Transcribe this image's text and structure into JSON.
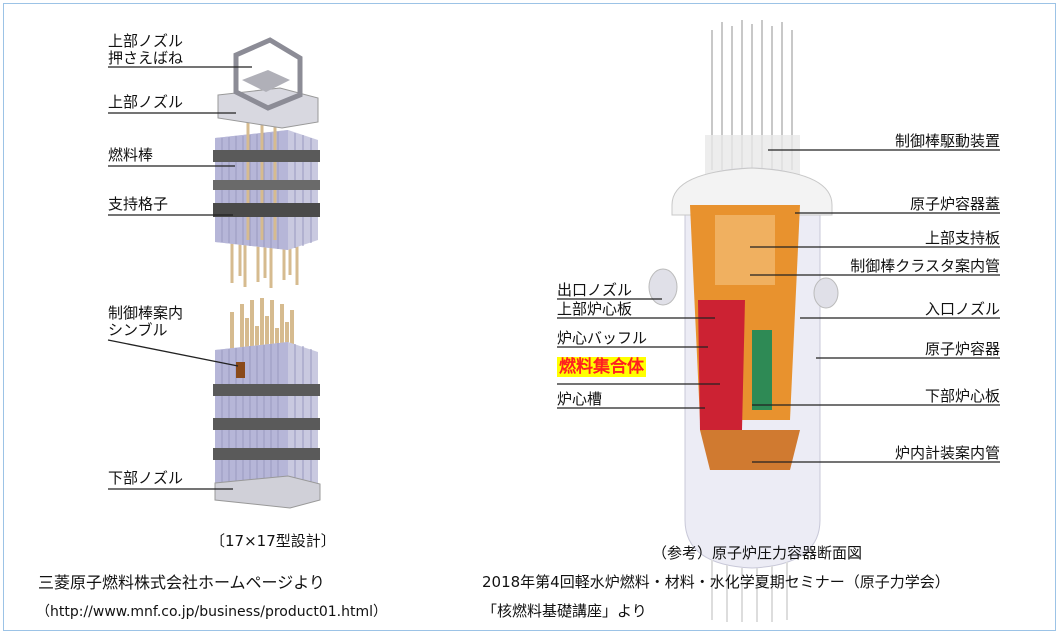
{
  "left_labels": {
    "top_nozzle_spring": [
      "上部ノズル",
      "押さえばね"
    ],
    "top_nozzle": "上部ノズル",
    "fuel_rod": "燃料棒",
    "support_grid": "支持格子",
    "control_rod_guide_thimble": [
      "制御棒案内",
      "シンブル"
    ],
    "bottom_nozzle": "下部ノズル"
  },
  "left_captions": {
    "design": "〔17×17型設計〕",
    "source": "三菱原子燃料株式会社ホームページより",
    "url": "（http://www.mnf.co.jp/business/product01.html）"
  },
  "right_labels_left": {
    "outlet_nozzle": "出口ノズル",
    "upper_core_plate": "上部炉心板",
    "core_baffle": "炉心バッフル",
    "fuel_assembly": "燃料集合体",
    "core_barrel": "炉心槽"
  },
  "right_labels_right": {
    "crdm": "制御棒駆動装置",
    "vessel_head": "原子炉容器蓋",
    "upper_support_plate": "上部支持板",
    "rcca_guide_tube": "制御棒クラスタ案内管",
    "inlet_nozzle": "入口ノズル",
    "reactor_vessel": "原子炉容器",
    "lower_core_plate": "下部炉心板",
    "incore_instrument_guide": "炉内計装案内管"
  },
  "right_captions": {
    "title": "（参考）原子炉圧力容器断面図",
    "source1": "2018年第4回軽水炉燃料・材料・水化学夏期セミナー（原子力学会）",
    "source2": "「核燃料基礎講座」より"
  },
  "colors": {
    "frame": "#9cc3e6",
    "highlight_bg": "#ffff00",
    "highlight_text": "#ff2020",
    "rod": "#d6bb8f",
    "grid": "#555555",
    "fuel_rod_face": "#b8b8d6",
    "vessel": "#eeeef7",
    "internals_orange": "#e8922e",
    "fuel_red": "#cc2233"
  }
}
